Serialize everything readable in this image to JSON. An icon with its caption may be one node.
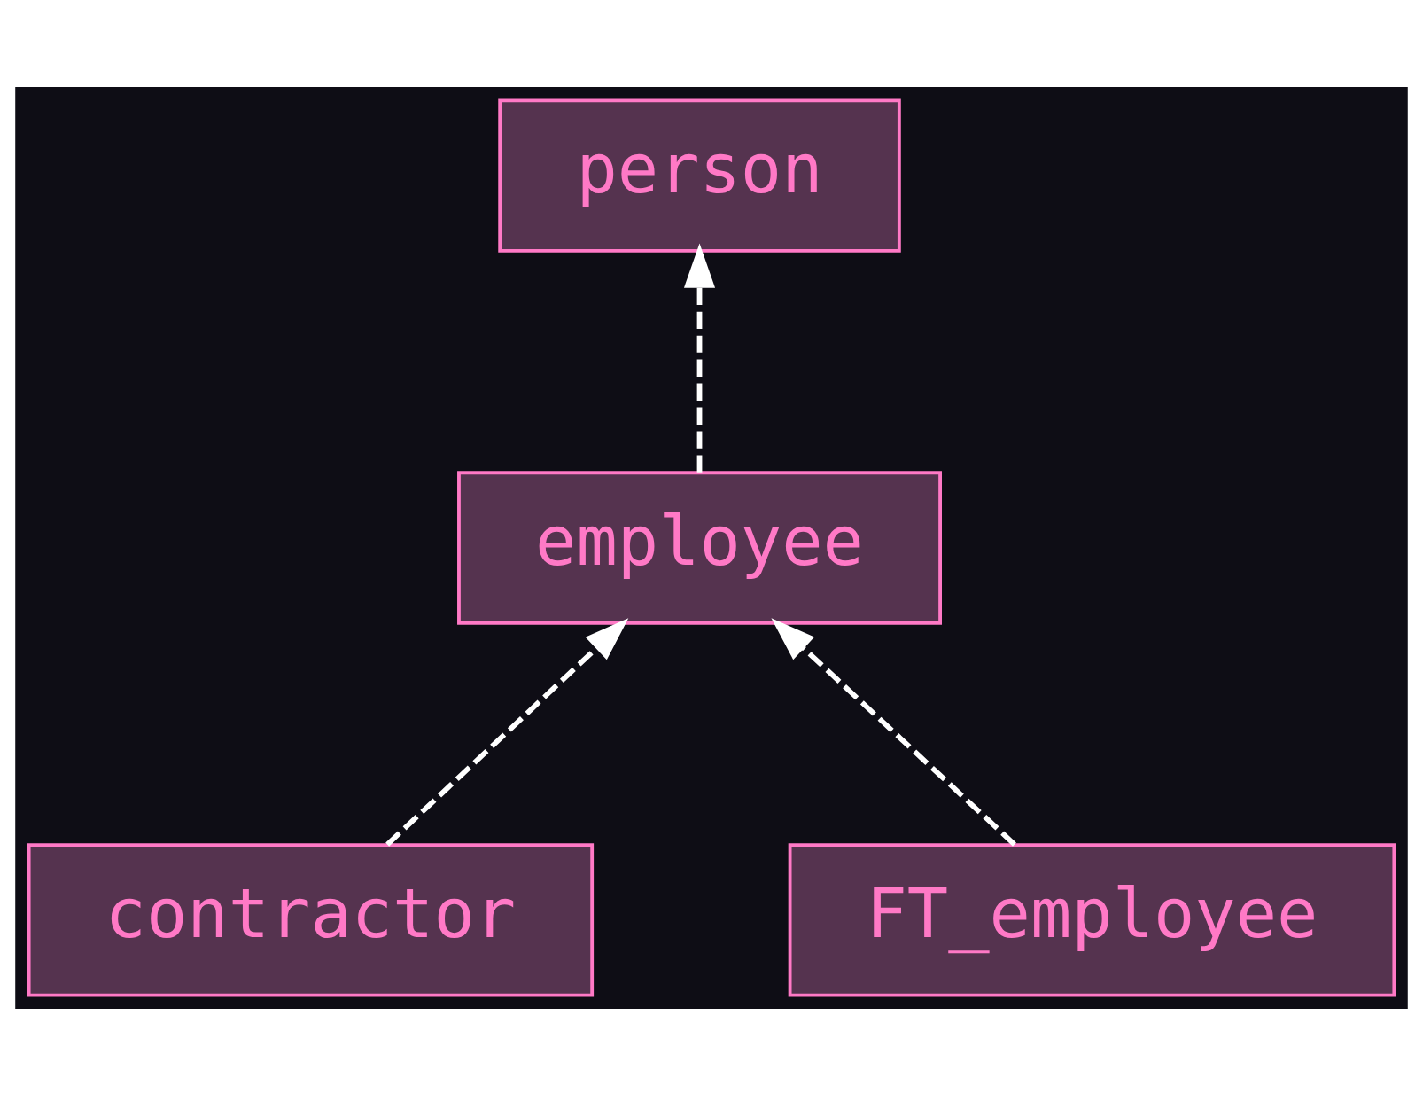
{
  "diagram": {
    "nodes": [
      {
        "text": [
          "person"
        ]
      },
      {
        "text": [
          "employee"
        ]
      },
      {
        "text": [
          "contractor"
        ]
      },
      {
        "text": [
          "FT_employee"
        ]
      }
    ],
    "edges": [
      {
        "from": 1,
        "to": 0,
        "arrow": "to",
        "style": "dashed"
      },
      {
        "from": 2,
        "to": 1,
        "arrow": "to",
        "style": "dashed"
      },
      {
        "from": 3,
        "to": 1,
        "arrow": "to",
        "style": "dashed"
      }
    ]
  }
}
